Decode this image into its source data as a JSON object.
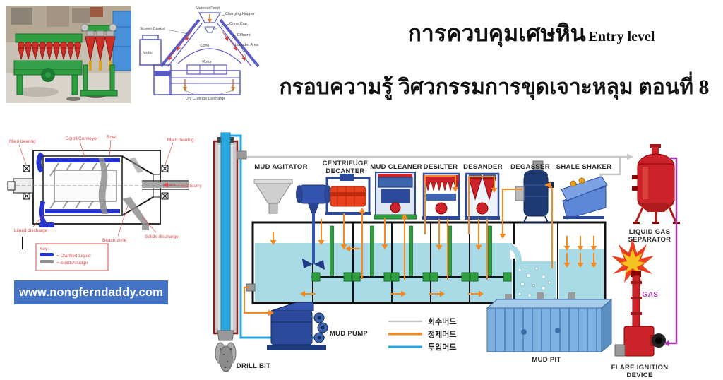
{
  "header": {
    "title_thai": "การควบคุมเศษหิน",
    "title_en": "Entry level",
    "subtitle": "กรอบความรู้ วิศวกรรมการขุดเจาะหลุม ตอนที่ 8"
  },
  "website": {
    "url": "www.nongferndaddy.com"
  },
  "dryer_diagram": {
    "labels": {
      "material_feed": "Material Feed",
      "charging_hopper": "Charging Hopper",
      "cone_cap": "Cone Cap",
      "screen_basket": "Screen Basket",
      "cone": "Cone",
      "effluent": "Effluent",
      "launder_area": "Launder Area",
      "motor": "Motor",
      "rotor": "Rotor",
      "dry_cuttings_discharge": "Dry Cuttings Discharge"
    }
  },
  "centrifuge_diagram": {
    "labels": {
      "main_bearing_left": "Main bearing",
      "scroll_conveyor": "Scroll/Conveyor",
      "bowl": "Bowl",
      "main_bearing_right": "Main bearing",
      "feed_slurry": "Feed/Slurry",
      "liquid_discharge": "Liquid discharge",
      "beach_zone": "Beach zone",
      "solids_discharge": "Solids discharge"
    },
    "key": {
      "title": "Key:",
      "clarified_liquid": "= Clarified Liquid",
      "solids_sludge": "= Solids/sludge"
    }
  },
  "flow_diagram": {
    "equipment_labels": {
      "mud_agitator": "MUD AGITATOR",
      "centrifuge_decanter_l1": "CENTRIFUGE",
      "centrifuge_decanter_l2": "DECANTER",
      "mud_cleaner": "MUD CLEANER",
      "desilter": "DESILTER",
      "desander": "DESANDER",
      "degasser": "DEGASSER",
      "shale_shaker": "SHALE SHAKER",
      "liquid_gas_separator_l1": "LIQUID GAS",
      "liquid_gas_separator_l2": "SEPARATOR",
      "mud_pump": "MUD PUMP",
      "drill_bit": "DRILL BIT",
      "mud_pit": "MUD PIT",
      "flare_ignition_l1": "FLARE IGNITION",
      "flare_ignition_l2": "DEVICE",
      "gas": "GAS"
    },
    "legend": {
      "items": [
        {
          "label": "회수머드",
          "color": "#C9C9C9"
        },
        {
          "label": "정제머드",
          "color": "#F6891F"
        },
        {
          "label": "투입머드",
          "color": "#29A8E0"
        }
      ]
    }
  },
  "colors": {
    "banner_blue": "#4472C4",
    "recovered_mud_gray": "#C9C9C9",
    "refined_mud_orange": "#F6891F",
    "input_mud_blue": "#29A8E0",
    "gas_purple": "#A83AAD",
    "tank_liquid": "#A9DBE6",
    "agitator_green": "#2F9E41",
    "equipment_red": "#CC2229",
    "equipment_blue": "#2B4A9B"
  }
}
